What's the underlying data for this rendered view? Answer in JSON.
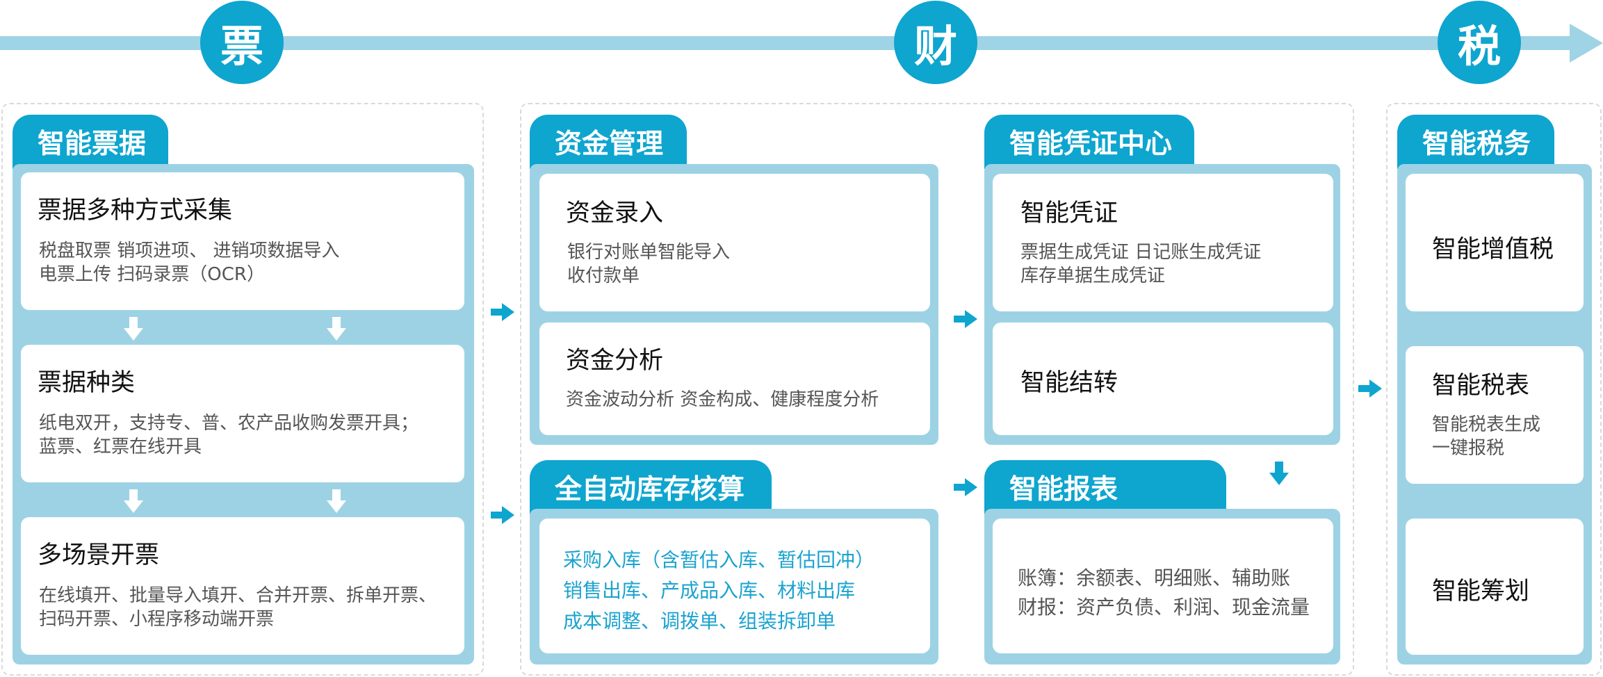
{
  "timeline": {
    "stages": [
      "票",
      "财",
      "税"
    ]
  },
  "colors": {
    "accent": "#0ea5cf",
    "frame": "#9dd2e5",
    "timeline": "#9fd3e6",
    "highlight_text": "#1ba3cf"
  },
  "sections": {
    "smart_invoice": {
      "title": "智能票据",
      "cards": [
        {
          "title": "票据多种方式采集",
          "lines": [
            "税盘取票 销项进项、 进销项数据导入",
            "电票上传  扫码录票（OCR）"
          ]
        },
        {
          "title": "票据种类",
          "lines": [
            "纸电双开，支持专、普、农产品收购发票开具；",
            "蓝票、红票在线开具"
          ]
        },
        {
          "title": "多场景开票",
          "lines": [
            "在线填开、批量导入填开、合并开票、拆单开票、",
            "扫码开票、小程序移动端开票"
          ]
        }
      ]
    },
    "fund_management": {
      "title": "资金管理",
      "cards": [
        {
          "title": "资金录入",
          "lines": [
            "银行对账单智能导入",
            "收付款单"
          ]
        },
        {
          "title": "资金分析",
          "lines": [
            "资金波动分析  资金构成、健康程度分析"
          ]
        }
      ]
    },
    "inventory_accounting": {
      "title": "全自动库存核算",
      "lines": [
        "采购入库（含暂估入库、暂估回冲）",
        "销售出库、产成品入库、材料出库",
        "成本调整、调拨单、组装拆卸单"
      ]
    },
    "voucher_center": {
      "title": "智能凭证中心",
      "cards": [
        {
          "title": "智能凭证",
          "lines": [
            "票据生成凭证  日记账生成凭证",
            "库存单据生成凭证"
          ]
        },
        {
          "title": "智能结转"
        }
      ]
    },
    "smart_reports": {
      "title": "智能报表",
      "lines": [
        "账簿：余额表、明细账、辅助账",
        "财报：资产负债、利润、现金流量"
      ]
    },
    "smart_tax": {
      "title": "智能税务",
      "cards": [
        {
          "title": "智能增值税"
        },
        {
          "title": "智能税表",
          "lines": [
            "智能税表生成",
            "一键报税"
          ]
        },
        {
          "title": "智能筹划"
        }
      ]
    }
  }
}
